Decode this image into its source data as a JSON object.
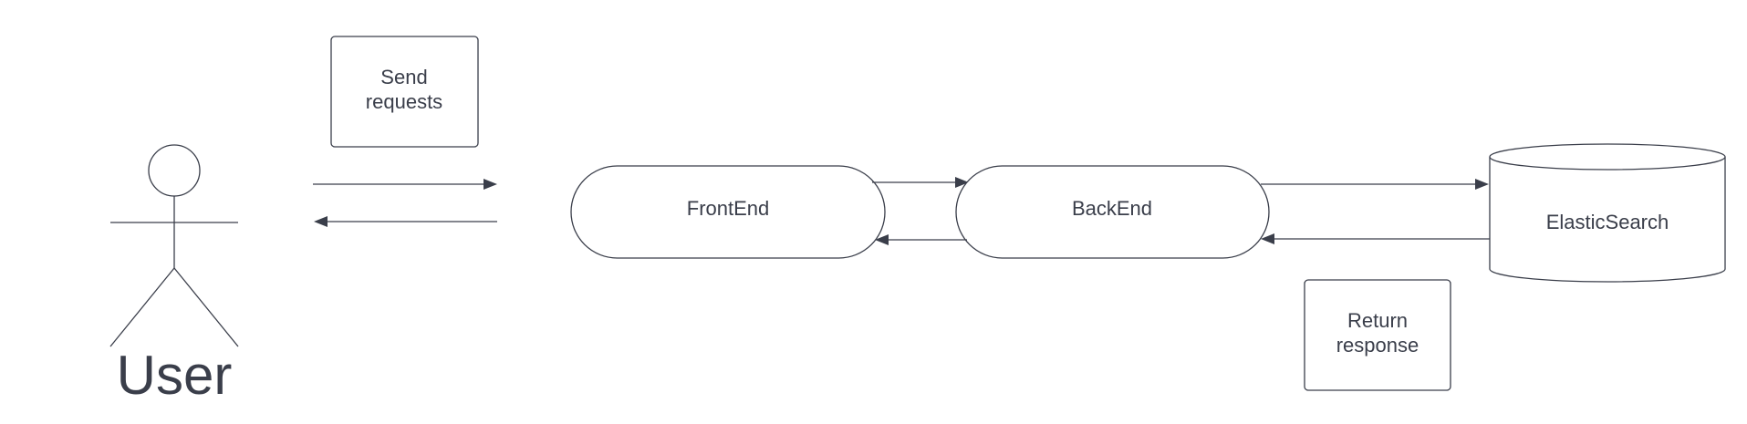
{
  "diagram": {
    "actor": {
      "label": "User"
    },
    "notes": {
      "send": [
        "Send",
        "requests"
      ],
      "return": [
        "Return",
        "response"
      ]
    },
    "nodes": {
      "frontend": "FrontEnd",
      "backend": "BackEnd",
      "database": "ElasticSearch"
    }
  }
}
